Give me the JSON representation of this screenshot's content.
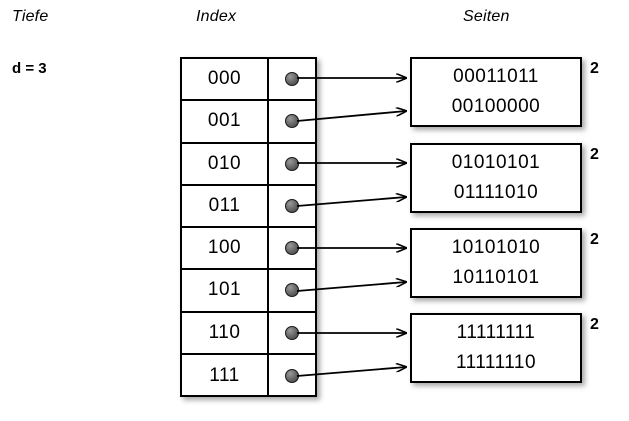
{
  "headings": {
    "depth": "Tiefe",
    "index": "Index",
    "pages": "Seiten"
  },
  "depth": {
    "label": "d = 3",
    "value": 3
  },
  "index_table": {
    "rows": [
      {
        "key": "000",
        "pointer": "bullet-icon",
        "target": 0
      },
      {
        "key": "001",
        "pointer": "bullet-icon",
        "target": 0
      },
      {
        "key": "010",
        "pointer": "bullet-icon",
        "target": 1
      },
      {
        "key": "011",
        "pointer": "bullet-icon",
        "target": 1
      },
      {
        "key": "100",
        "pointer": "bullet-icon",
        "target": 2
      },
      {
        "key": "101",
        "pointer": "bullet-icon",
        "target": 2
      },
      {
        "key": "110",
        "pointer": "bullet-icon",
        "target": 3
      },
      {
        "key": "111",
        "pointer": "bullet-icon",
        "target": 3
      }
    ]
  },
  "pages": [
    {
      "lines": [
        "00011011",
        "00100000"
      ],
      "local_depth": "2"
    },
    {
      "lines": [
        "01010101",
        "01111010"
      ],
      "local_depth": "2"
    },
    {
      "lines": [
        "10101010",
        "10110101"
      ],
      "local_depth": "2"
    },
    {
      "lines": [
        "11111111",
        "11111110"
      ],
      "local_depth": "2"
    }
  ],
  "colors": {
    "background": "#ffffff",
    "stroke": "#000000",
    "bullet": "#6d6d6d",
    "shadow": "rgba(0,0,0,0.35)"
  }
}
